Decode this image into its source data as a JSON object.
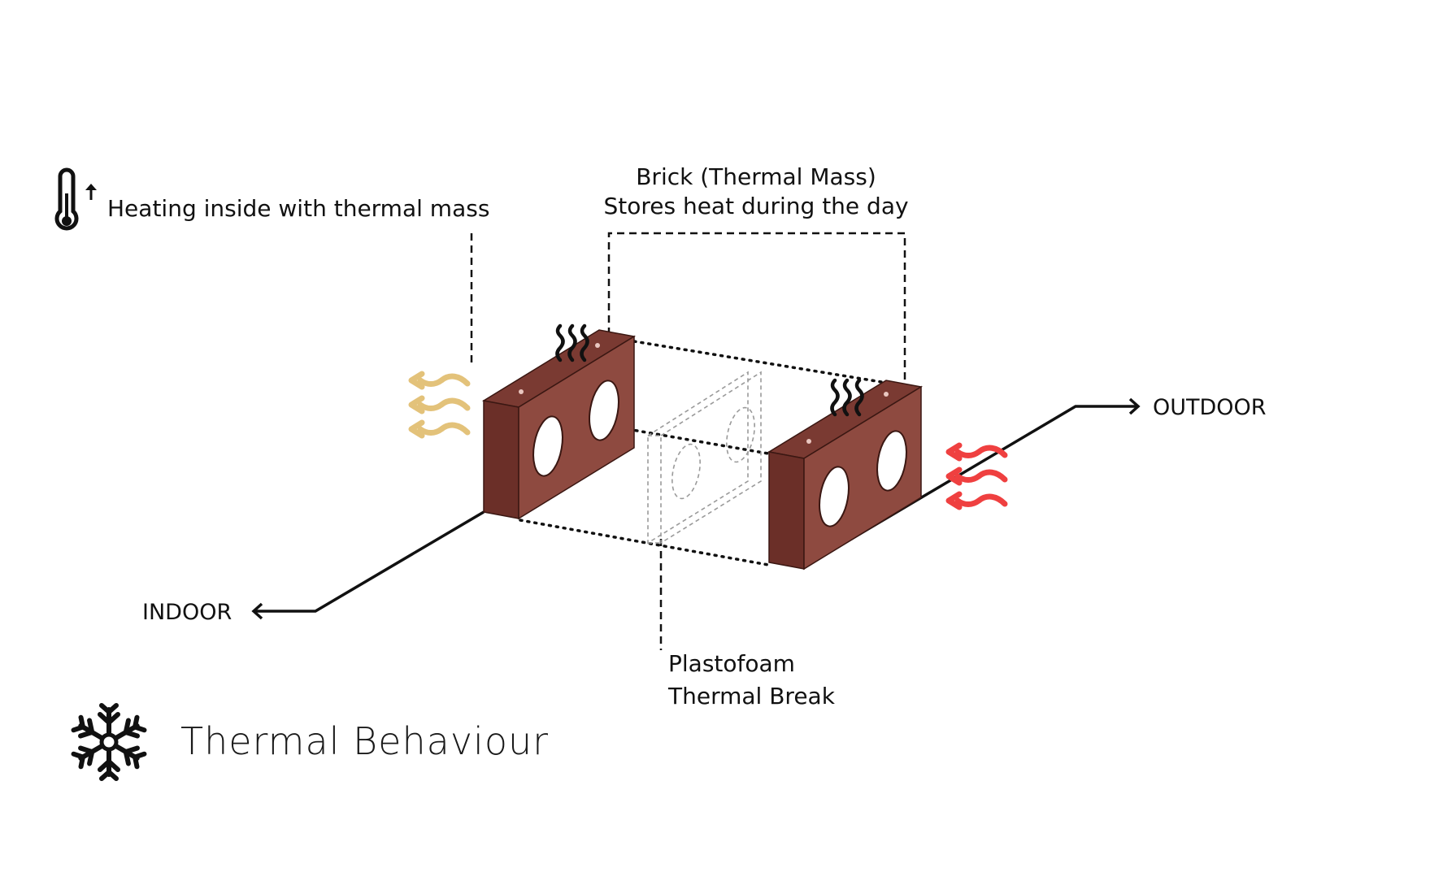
{
  "annotations": {
    "heating_inside": "Heating inside with thermal mass",
    "brick_line1": "Brick (Thermal Mass)",
    "brick_line2": "Stores heat during the day",
    "outdoor": "OUTDOOR",
    "indoor": "INDOOR",
    "plastofoam_line1": "Plastofoam",
    "plastofoam_line2": "Thermal Break"
  },
  "footer": {
    "title": "Thermal Behaviour",
    "icon": "snowflake-icon"
  },
  "icons": {
    "thermometer": "thermometer-rising-icon",
    "heat_waves": "heat-waves-icon"
  },
  "colors": {
    "brick_front": "#8e4a40",
    "brick_top": "#7a3a32",
    "brick_side": "#6b2f28",
    "warm_air": "#e3c27a",
    "hot_outdoor": "#ef4040",
    "line": "#111111"
  }
}
